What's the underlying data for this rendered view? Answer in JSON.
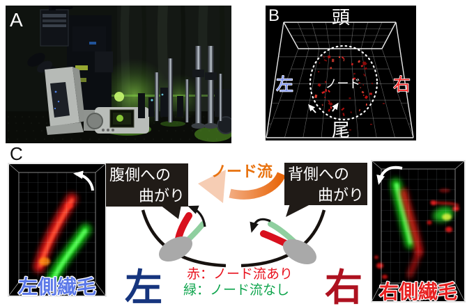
{
  "panels": {
    "a": {
      "label": "A"
    },
    "b": {
      "label": "B",
      "top": "頭",
      "bottom": "尾",
      "left": "左",
      "right": "右",
      "center": "ノード"
    },
    "c": {
      "label": "C",
      "left_box_caption": "左側繊毛",
      "right_box_caption": "右側繊毛",
      "left_bubble": {
        "line1": "腹側への",
        "line2": "曲がり"
      },
      "right_bubble": {
        "line1": "背側への",
        "line2": "曲がり"
      },
      "flow_label": "ノード流",
      "left_big": "左",
      "right_big": "右",
      "legend_red": "赤：ノード流あり",
      "legend_green": "緑：ノード流なし"
    }
  },
  "colors": {
    "b_left_label_blue": "#8095f0",
    "b_right_label_red": "#ff2a2a",
    "speck_red": "#d01212",
    "flow_orange": "#e8720f",
    "bubble_bg": "#201b17",
    "big_left_navy": "#16357e",
    "big_right_crimson": "#ae1220",
    "legend_red": "#e8101c",
    "legend_green": "#0da44c",
    "cilium_red": "#d8101e",
    "cilium_green": "#8fcf9f",
    "cell_gray": "#a9a9a9"
  }
}
